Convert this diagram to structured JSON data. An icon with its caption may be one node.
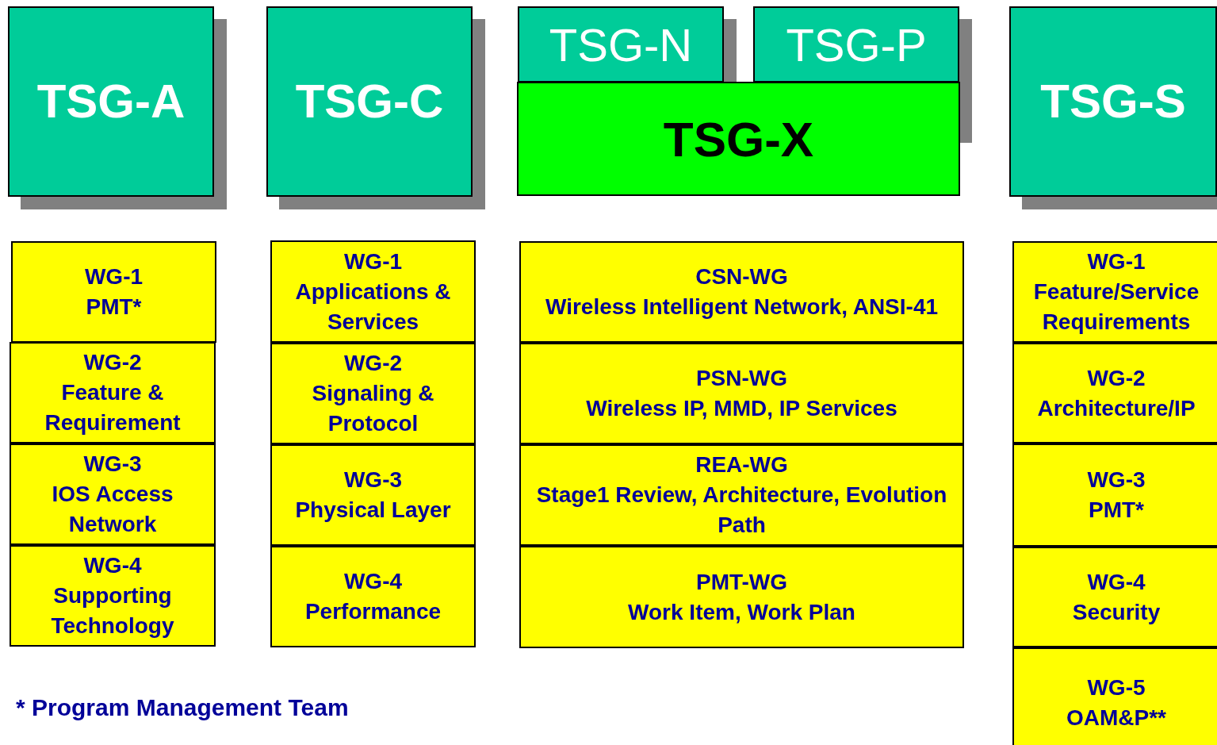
{
  "diagram": {
    "nodes": [
      {
        "text": [
          "TSG-A"
        ]
      },
      {
        "text": [
          "TSG-C"
        ]
      },
      {
        "text": [
          "TSG-N"
        ]
      },
      {
        "text": [
          "TSG-P"
        ]
      },
      {
        "text": [
          "TSG-X"
        ]
      },
      {
        "text": [
          "TSG-S"
        ]
      },
      {
        "text": [
          "WG-1",
          "PMT*"
        ]
      },
      {
        "text": [
          "WG-2",
          "Feature & Requirement"
        ]
      },
      {
        "text": [
          "WG-3",
          "IOS Access Network"
        ]
      },
      {
        "text": [
          "WG-4",
          "Supporting Technology"
        ]
      },
      {
        "text": [
          "WG-1",
          "Applications & Services"
        ]
      },
      {
        "text": [
          "WG-2",
          "Signaling & Protocol"
        ]
      },
      {
        "text": [
          "WG-3",
          "Physical Layer"
        ]
      },
      {
        "text": [
          "WG-4",
          "Performance"
        ]
      },
      {
        "text": [
          "CSN-WG",
          "Wireless Intelligent Network, ANSI-41"
        ]
      },
      {
        "text": [
          "PSN-WG",
          "Wireless IP, MMD, IP Services"
        ]
      },
      {
        "text": [
          "REA-WG",
          "Stage1 Review, Architecture, Evolution Path"
        ]
      },
      {
        "text": [
          "PMT-WG",
          "Work Item, Work Plan"
        ]
      },
      {
        "text": [
          "WG-1",
          "Feature/Service Requirements"
        ]
      },
      {
        "text": [
          "WG-2",
          "Architecture/IP"
        ]
      },
      {
        "text": [
          "WG-3",
          "PMT*"
        ]
      },
      {
        "text": [
          "WG-4",
          "Security"
        ]
      },
      {
        "text": [
          "WG-5",
          "OAM&P**"
        ]
      }
    ],
    "labels": [
      "* Program Management Team"
    ]
  }
}
